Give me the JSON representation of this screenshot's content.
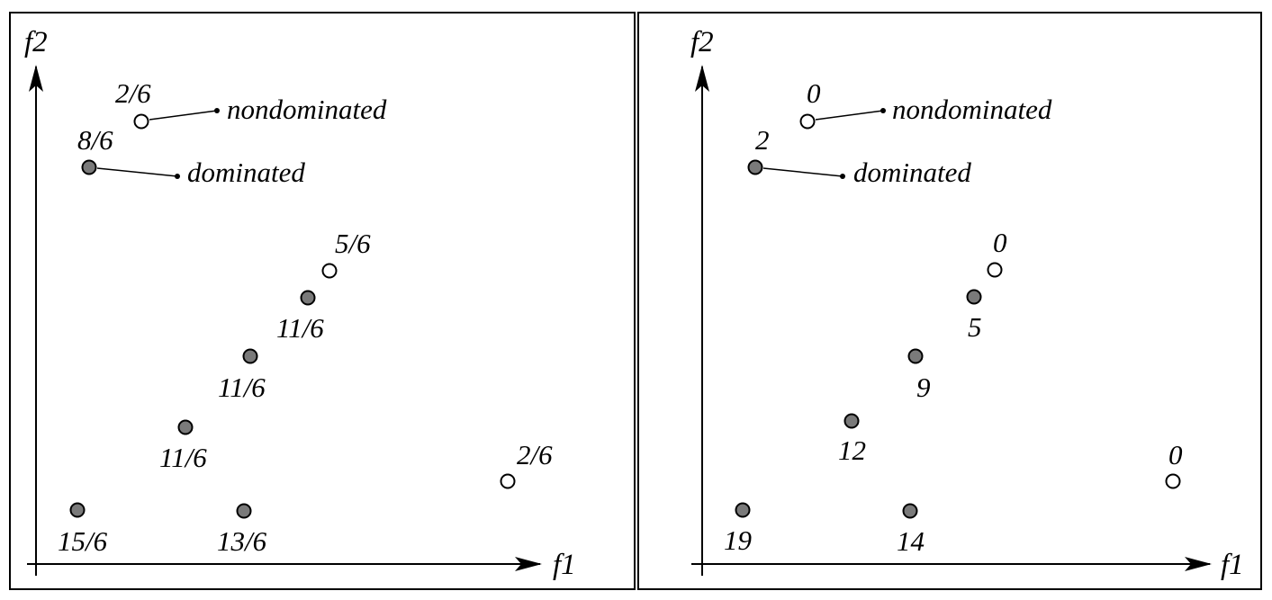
{
  "colors": {
    "dominated_fill": "#7a7a7a",
    "nondominated_fill": "#ffffff",
    "stroke": "#000000",
    "background": "#ffffff"
  },
  "legend": {
    "nondominated": "nondominated",
    "dominated": "dominated"
  },
  "panels": [
    {
      "id": "left",
      "axes": {
        "x_label": "f1",
        "y_label": "f2"
      },
      "points": [
        {
          "id": "p1",
          "type": "nondominated",
          "label": "2/6"
        },
        {
          "id": "p2",
          "type": "dominated",
          "label": "8/6"
        },
        {
          "id": "p3",
          "type": "nondominated",
          "label": "5/6"
        },
        {
          "id": "p4",
          "type": "dominated",
          "label": "11/6"
        },
        {
          "id": "p5",
          "type": "dominated",
          "label": "11/6"
        },
        {
          "id": "p6",
          "type": "dominated",
          "label": "11/6"
        },
        {
          "id": "p7",
          "type": "nondominated",
          "label": "2/6"
        },
        {
          "id": "p8",
          "type": "dominated",
          "label": "15/6"
        },
        {
          "id": "p9",
          "type": "dominated",
          "label": "13/6"
        }
      ]
    },
    {
      "id": "right",
      "axes": {
        "x_label": "f1",
        "y_label": "f2"
      },
      "points": [
        {
          "id": "p1",
          "type": "nondominated",
          "label": "0"
        },
        {
          "id": "p2",
          "type": "dominated",
          "label": "2"
        },
        {
          "id": "p3",
          "type": "nondominated",
          "label": "0"
        },
        {
          "id": "p4",
          "type": "dominated",
          "label": "5"
        },
        {
          "id": "p5",
          "type": "dominated",
          "label": "9"
        },
        {
          "id": "p6",
          "type": "dominated",
          "label": "12"
        },
        {
          "id": "p7",
          "type": "nondominated",
          "label": "0"
        },
        {
          "id": "p8",
          "type": "dominated",
          "label": "19"
        },
        {
          "id": "p9",
          "type": "dominated",
          "label": "14"
        }
      ]
    }
  ]
}
